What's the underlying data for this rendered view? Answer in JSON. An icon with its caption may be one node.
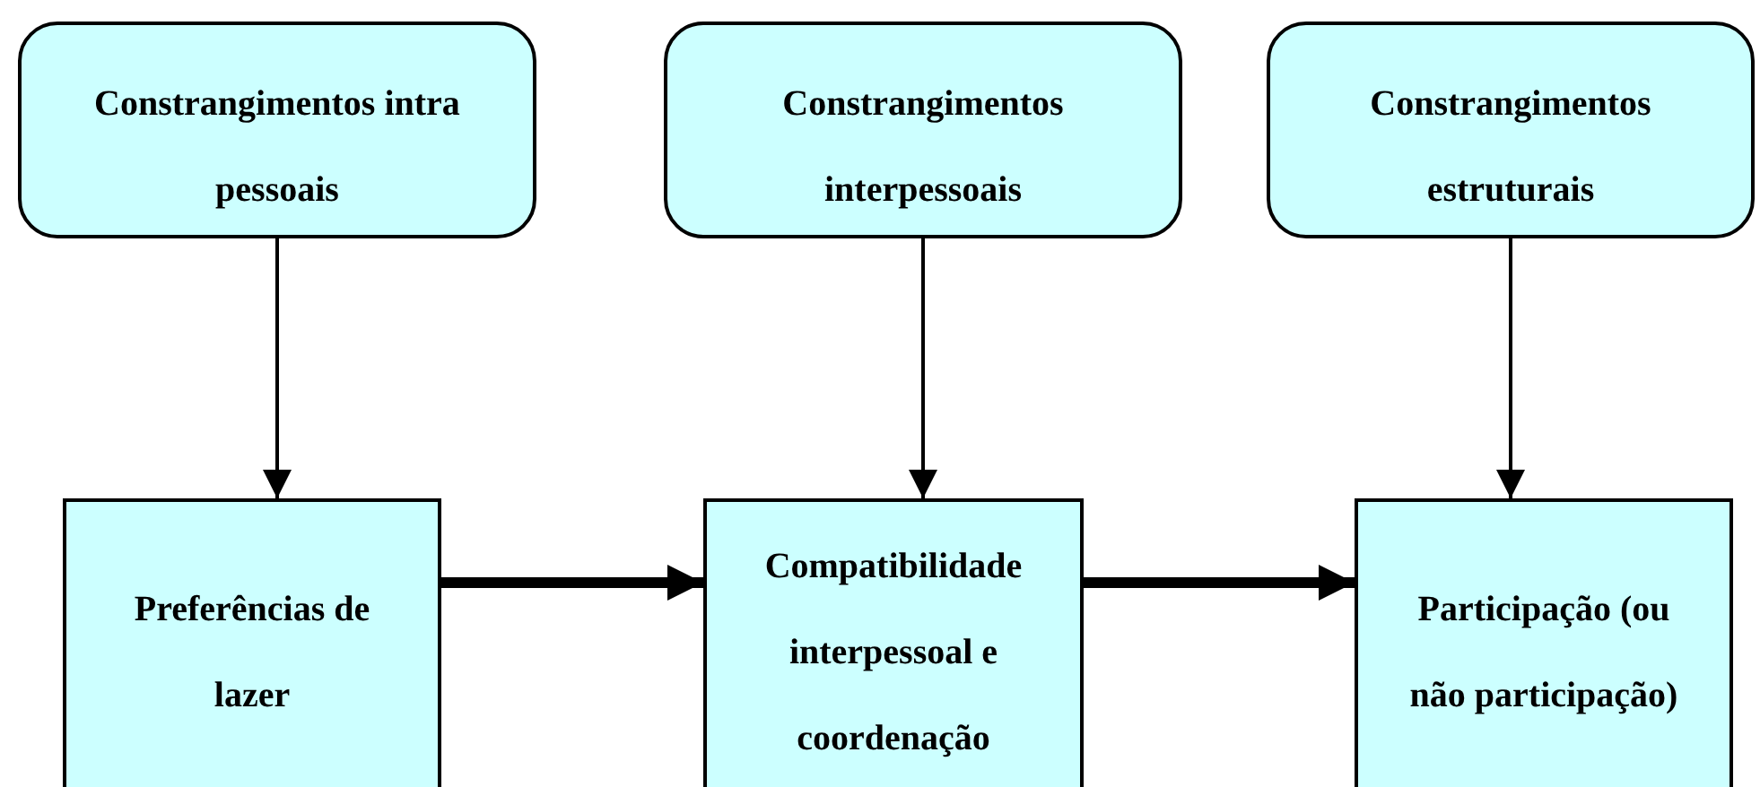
{
  "diagram": {
    "nodes": [
      {
        "text": [
          "Constrangimentos intra pessoais"
        ]
      },
      {
        "text": [
          "Constrangimentos interpessoais"
        ]
      },
      {
        "text": [
          "Constrangimentos estruturais"
        ]
      },
      {
        "text": [
          "Preferências de lazer"
        ]
      },
      {
        "text": [
          "Compatibilidade interpessoal e coordenação"
        ]
      },
      {
        "text": [
          "Participação (ou não participação)"
        ]
      }
    ],
    "edges": [
      {
        "from": 0,
        "to": 3,
        "arrow": "to"
      },
      {
        "from": 1,
        "to": 4,
        "arrow": "to"
      },
      {
        "from": 2,
        "to": 5,
        "arrow": "to"
      },
      {
        "from": 3,
        "to": 4,
        "arrow": "to",
        "style": "thick"
      },
      {
        "from": 4,
        "to": 5,
        "arrow": "to",
        "style": "thick"
      }
    ]
  }
}
